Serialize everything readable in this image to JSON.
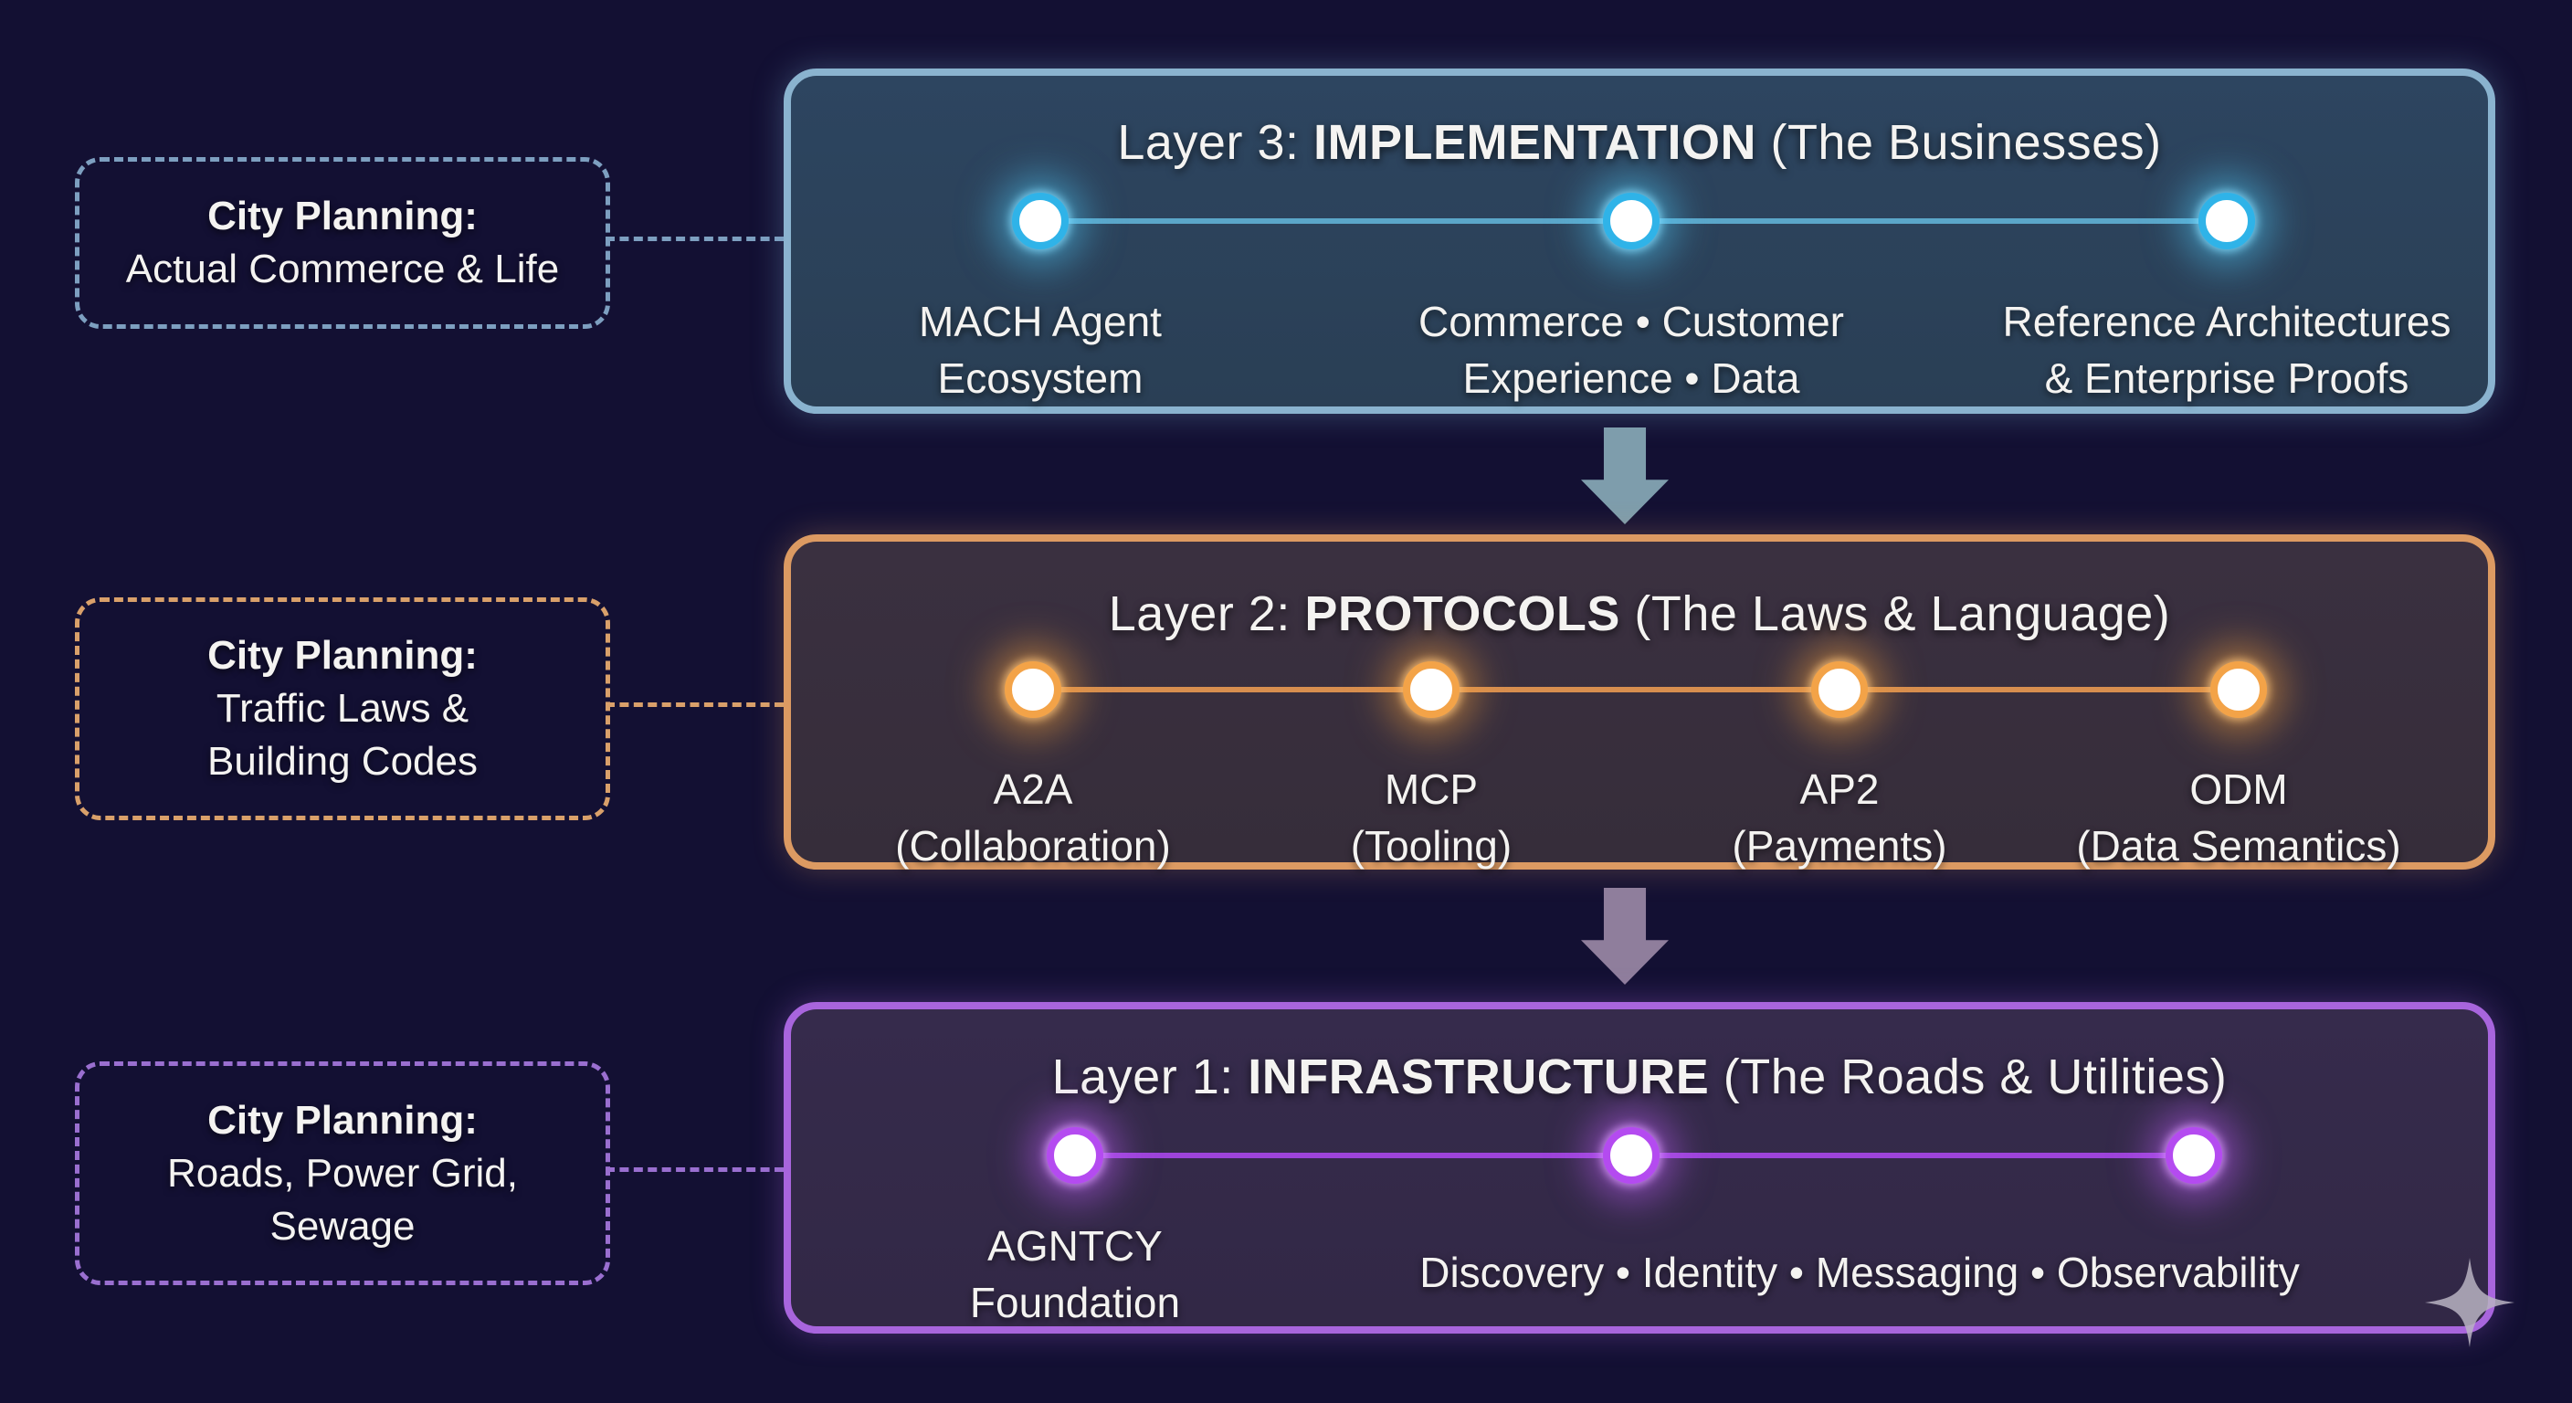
{
  "page": {
    "background_color": "#131033"
  },
  "side_labels": [
    {
      "heading": "City Planning:",
      "line1": "Actual Commerce & Life",
      "line2": "",
      "accent_color": "#7d9fc0"
    },
    {
      "heading": "City Planning:",
      "line1": "Traffic Laws &",
      "line2": "Building Codes",
      "accent_color": "#d9a06a"
    },
    {
      "heading": "City Planning:",
      "line1": "Roads, Power Grid,",
      "line2": "Sewage",
      "accent_color": "#9a6fd0"
    }
  ],
  "layers": [
    {
      "title_prefix": "Layer 3: ",
      "title_emphasis": "IMPLEMENTATION",
      "title_suffix": " (The Businesses)",
      "border_color": "#8ab3cf",
      "fill_color": "#2b4157",
      "line_color": "#5ba6c9",
      "node_glow_color": "#3fbcec",
      "nodes": [
        {
          "line1": "MACH Agent",
          "line2": "Ecosystem"
        },
        {
          "line1": "Commerce • Customer",
          "line2": "Experience • Data"
        },
        {
          "line1": "Reference Architectures",
          "line2": "& Enterprise Proofs"
        }
      ]
    },
    {
      "title_prefix": "Layer 2: ",
      "title_emphasis": "PROTOCOLS",
      "title_suffix": " (The Laws & Language)",
      "border_color": "#dc9a62",
      "fill_color": "#3a3040",
      "line_color": "#d78e4f",
      "node_glow_color": "#f09c3e",
      "nodes": [
        {
          "line1": "A2A",
          "line2": "(Collaboration)"
        },
        {
          "line1": "MCP",
          "line2": "(Tooling)"
        },
        {
          "line1": "AP2",
          "line2": "(Payments)"
        },
        {
          "line1": "ODM",
          "line2": "(Data Semantics)"
        }
      ]
    },
    {
      "title_prefix": "Layer 1: ",
      "title_emphasis": "INFRASTRUCTURE",
      "title_suffix": " (The Roads & Utilities)",
      "border_color": "#a865dd",
      "fill_color": "#362b4c",
      "line_color": "#9d44da",
      "node_glow_color": "#bb55f2",
      "nodes": [
        {
          "line1": "AGNTCY",
          "line2": "Foundation"
        }
      ],
      "span_caption": "Discovery • Identity • Messaging • Observability"
    }
  ],
  "arrows": [
    {
      "direction": "down",
      "color": "#7e9dac"
    },
    {
      "direction": "down",
      "color": "#8f7e9c"
    }
  ],
  "icons": {
    "sparkle": "✦"
  }
}
